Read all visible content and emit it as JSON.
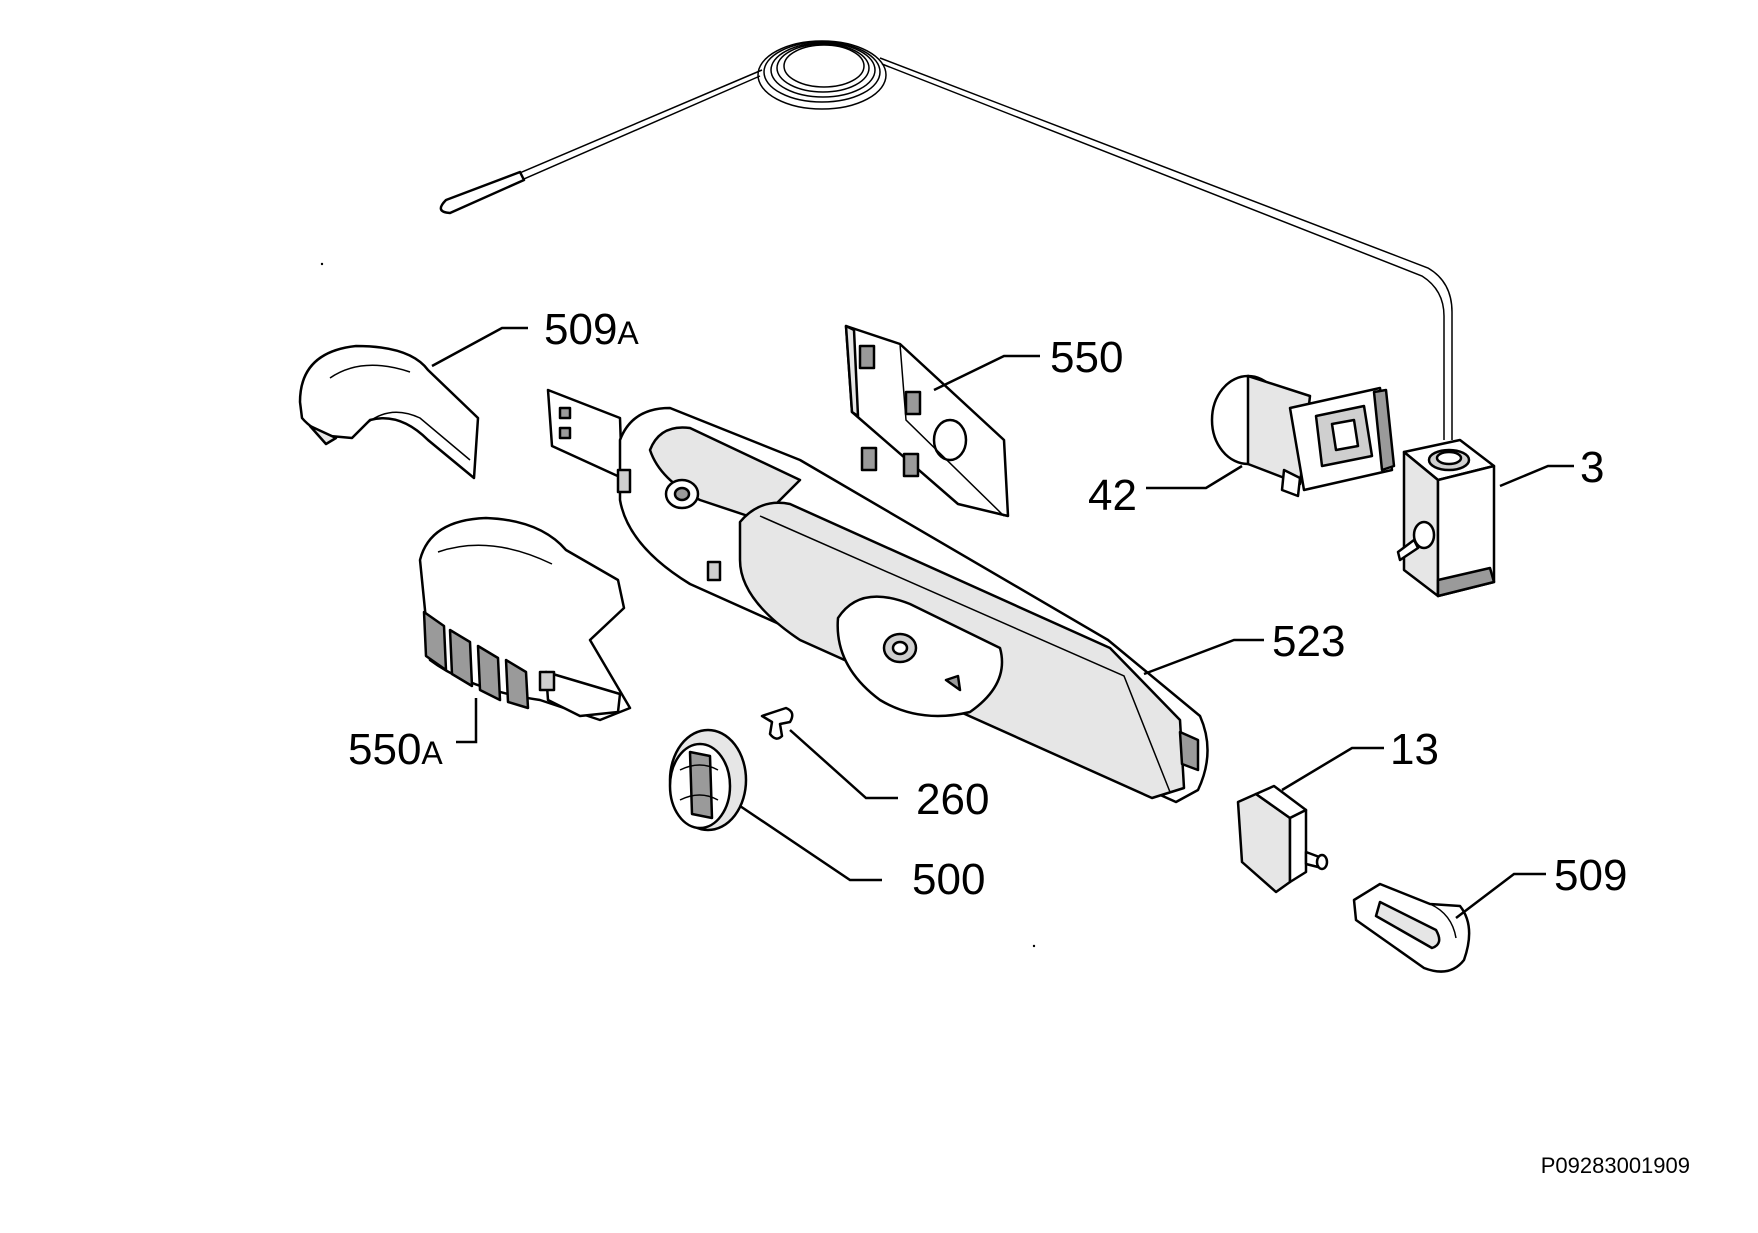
{
  "diagram": {
    "parts": [
      {
        "id": "509A",
        "number": "509",
        "suffix": "A"
      },
      {
        "id": "550",
        "number": "550",
        "suffix": ""
      },
      {
        "id": "42",
        "number": "42",
        "suffix": ""
      },
      {
        "id": "3",
        "number": "3",
        "suffix": ""
      },
      {
        "id": "523",
        "number": "523",
        "suffix": ""
      },
      {
        "id": "550A",
        "number": "550",
        "suffix": "A"
      },
      {
        "id": "13",
        "number": "13",
        "suffix": ""
      },
      {
        "id": "260",
        "number": "260",
        "suffix": ""
      },
      {
        "id": "500",
        "number": "500",
        "suffix": ""
      },
      {
        "id": "509",
        "number": "509",
        "suffix": ""
      }
    ],
    "document_code": "P09283001909"
  }
}
